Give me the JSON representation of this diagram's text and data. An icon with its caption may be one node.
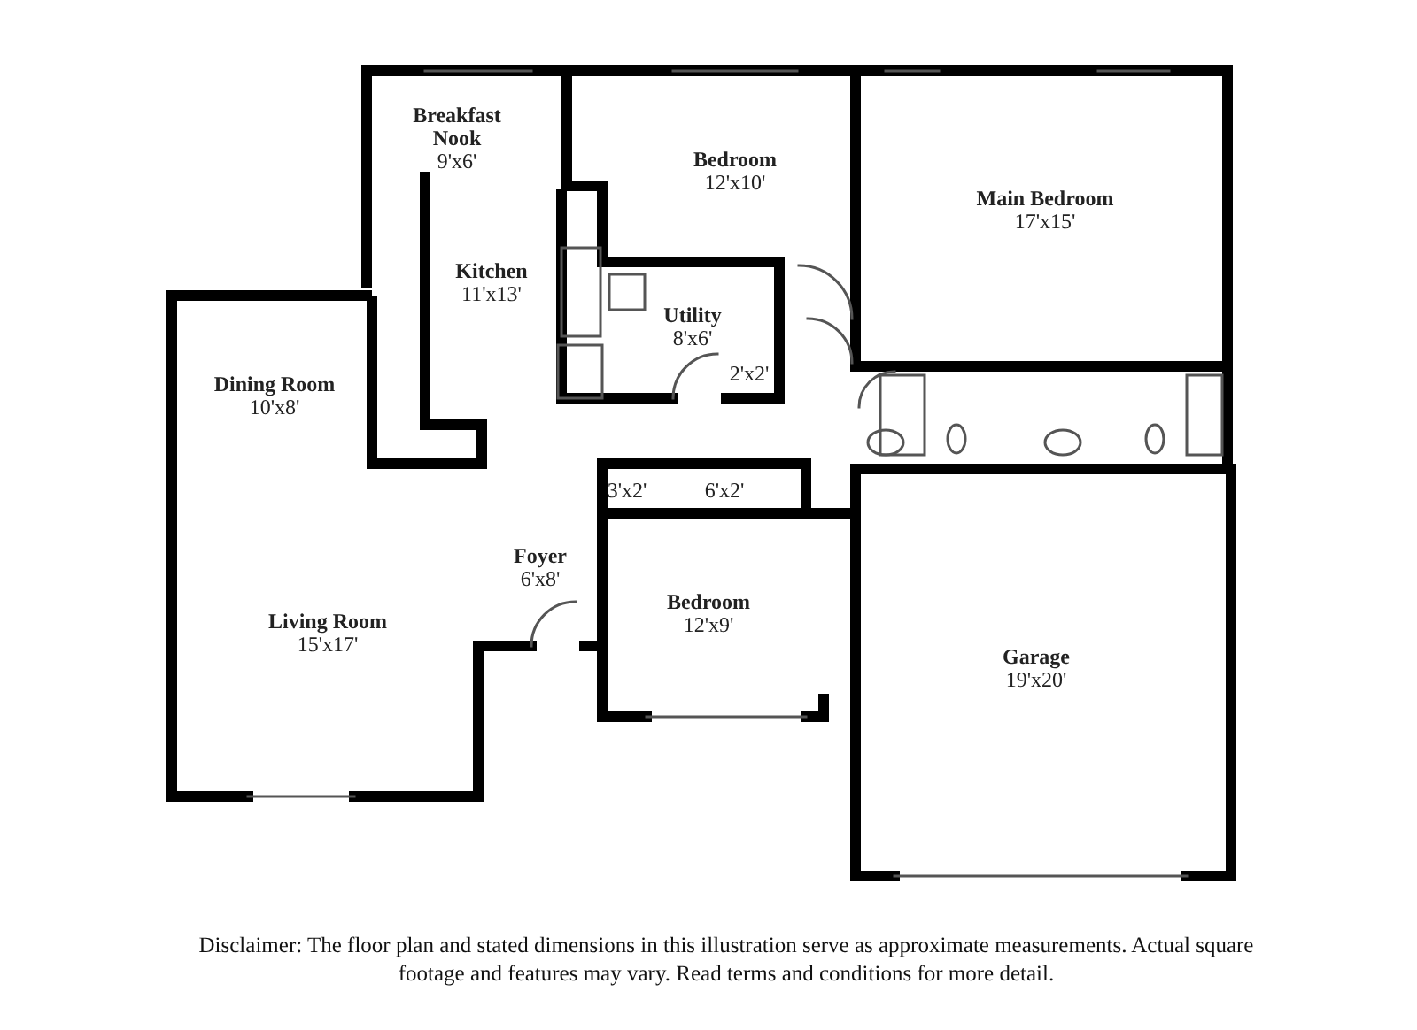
{
  "diagram": {
    "caption": "Disclaimer: The floor plan and stated dimensions in this illustration serve as approximate measurements. Actual square footage and features may vary. Read terms and conditions for more detail.",
    "nodes": [
      {
        "text": [
          "Breakfast Nook",
          "9'x6'"
        ]
      },
      {
        "text": [
          "Bedroom",
          "12'x10'"
        ]
      },
      {
        "text": [
          "Main Bedroom",
          "17'x15'"
        ]
      },
      {
        "text": [
          "Kitchen",
          "11'x13'"
        ]
      },
      {
        "text": [
          "Utility",
          "8'x6'"
        ]
      },
      {
        "text": [
          "Dining Room",
          "10'x8'"
        ]
      },
      {
        "text": [
          "2'x2'"
        ]
      },
      {
        "text": [
          "3'x2'"
        ]
      },
      {
        "text": [
          "6'x2'"
        ]
      },
      {
        "text": [
          "Foyer",
          "6'x8'"
        ]
      },
      {
        "text": [
          "Living Room",
          "15'x17'"
        ]
      },
      {
        "text": [
          "Bedroom",
          "12'x9'"
        ]
      },
      {
        "text": [
          "Garage",
          "19'x20'"
        ]
      }
    ],
    "edges": []
  }
}
